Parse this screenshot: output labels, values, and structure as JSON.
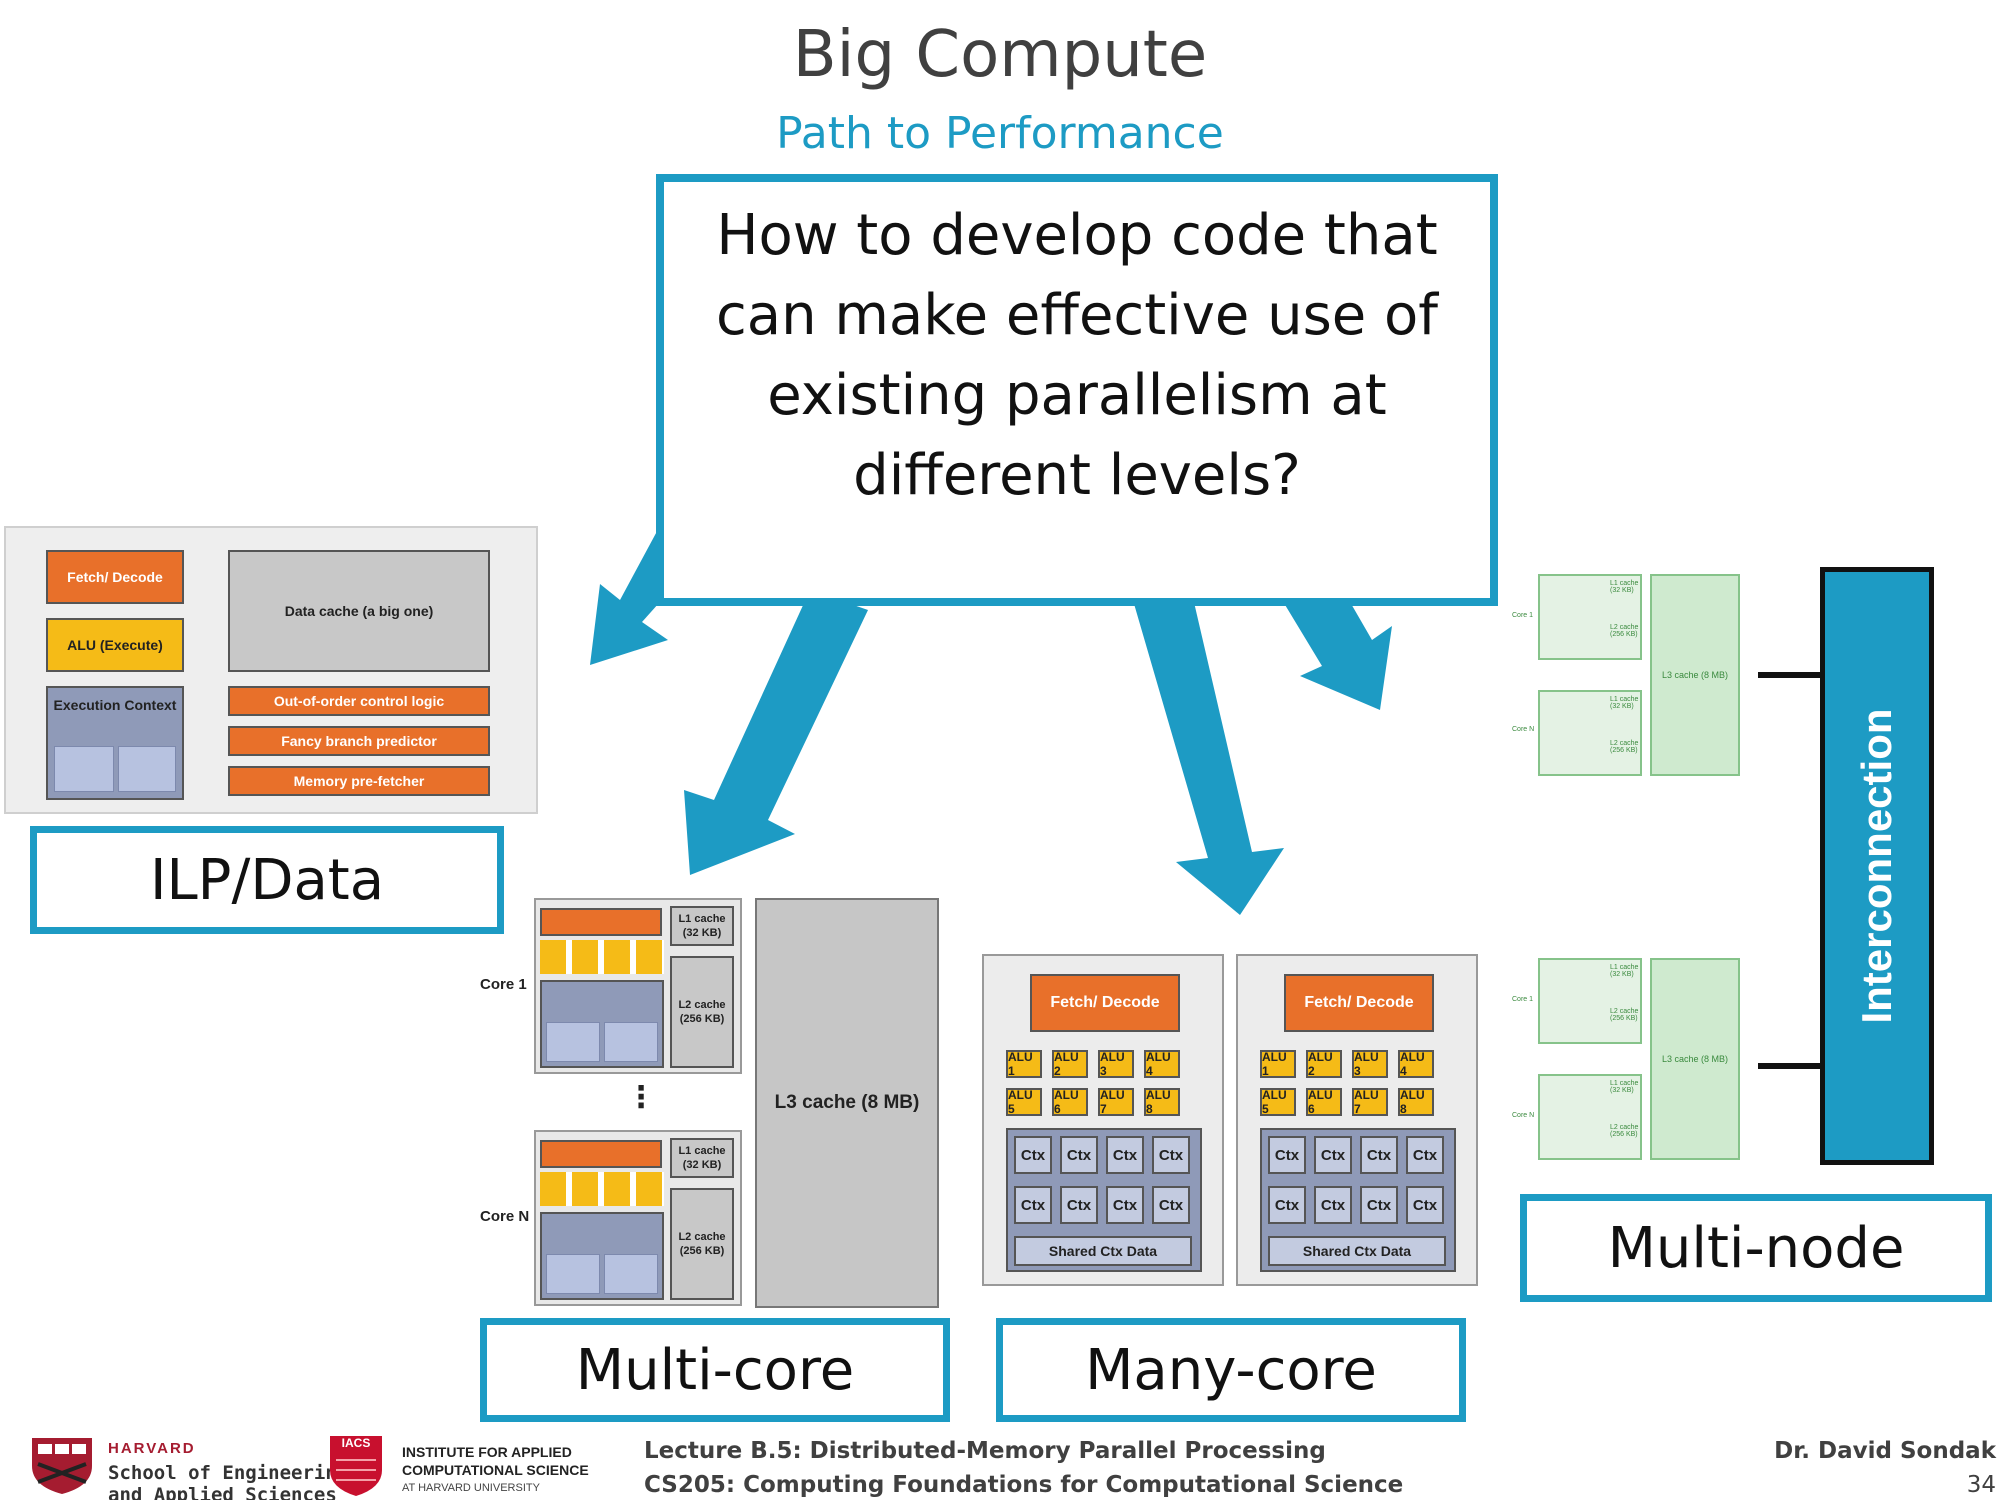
{
  "slide": {
    "title": "Big Compute",
    "subtitle": "Path to Performance",
    "question_lines": [
      "How to develop code that",
      "can make effective use of",
      "existing parallelism at",
      "different levels?"
    ],
    "labels": {
      "ilp": "ILP/Data",
      "multicore": "Multi-core",
      "manycore": "Many-core",
      "multinode": "Multi-node"
    }
  },
  "ilp_diagram": {
    "fetch_decode": "Fetch/ Decode",
    "alu": "ALU (Execute)",
    "exec_context": "Execution Context",
    "data_cache": "Data cache (a big one)",
    "ooo_logic": "Out-of-order control logic",
    "branch_predictor": "Fancy branch predictor",
    "prefetcher": "Memory pre-fetcher"
  },
  "multicore_diagram": {
    "core1_label": "Core 1",
    "coreN_label": "Core N",
    "l1": "L1 cache (32 KB)",
    "l2": "L2 cache (256 KB)",
    "l3": "L3 cache (8 MB)",
    "dots": "⋮"
  },
  "manycore_diagram": {
    "fetch_decode": "Fetch/ Decode",
    "alus": [
      "ALU 1",
      "ALU 2",
      "ALU 3",
      "ALU 4",
      "ALU 5",
      "ALU 6",
      "ALU 7",
      "ALU 8"
    ],
    "ctx": "Ctx",
    "shared_ctx": "Shared Ctx Data"
  },
  "multinode_diagram": {
    "interconnection": "Interconnection",
    "core1_label": "Core 1",
    "coreN_label": "Core N",
    "l1": "L1 cache (32 KB)",
    "l2": "L2 cache (256 KB)",
    "l3": "L3 cache (8 MB)"
  },
  "footer": {
    "harvard_top": "HARVARD",
    "harvard_line1": "School of Engineering",
    "harvard_line2": "and Applied Sciences",
    "iacs_abbrev": "IACS",
    "iacs_line1": "INSTITUTE FOR APPLIED",
    "iacs_line2": "COMPUTATIONAL SCIENCE",
    "iacs_line3": "AT HARVARD UNIVERSITY",
    "lecture": "Lecture B.5: Distributed-Memory Parallel Processing",
    "course": "CS205: Computing Foundations for Computational Science",
    "author": "Dr. David Sondak",
    "page_number": "34"
  },
  "colors": {
    "accent": "#1d9bc4",
    "orange": "#e8702a",
    "yellow": "#f5bb17",
    "green": "#86c38a",
    "crimson": "#a51c30"
  }
}
